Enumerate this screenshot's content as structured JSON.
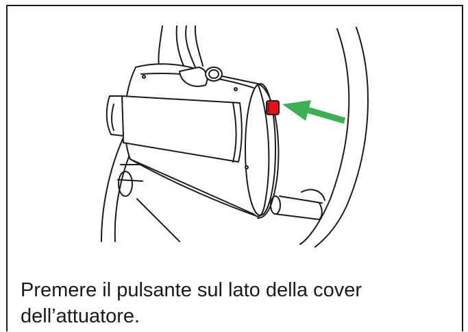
{
  "instruction": {
    "caption": "Premere il pulsante sul lato della cover dell’attuatore."
  },
  "colors": {
    "button": "#e0141c",
    "arrow": "#3cb054",
    "line": "#1a1a1a"
  },
  "illustration": {
    "subject": "actuator-cover-with-side-button",
    "indicator": "arrow-pointing-to-button"
  }
}
